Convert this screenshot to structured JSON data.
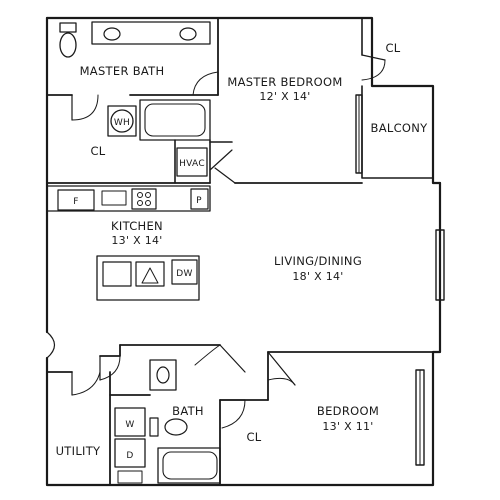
{
  "plan": {
    "rooms": {
      "master_bath": {
        "name": "MASTER BATH"
      },
      "master_bedroom": {
        "name": "MASTER BEDROOM",
        "dimensions": "12' X 14'"
      },
      "master_closet_top": {
        "name": "CL"
      },
      "balcony": {
        "name": "BALCONY"
      },
      "master_closet_left": {
        "name": "CL"
      },
      "kitchen": {
        "name": "KITCHEN",
        "dimensions": "13' X 14'"
      },
      "living_dining": {
        "name": "LIVING/DINING",
        "dimensions": "18' X 14'"
      },
      "bedroom": {
        "name": "BEDROOM",
        "dimensions": "13' X 11'"
      },
      "bath": {
        "name": "BATH"
      },
      "closet_bedroom": {
        "name": "CL"
      },
      "utility": {
        "name": "UTILITY"
      }
    },
    "fixtures": {
      "water_heater": "WH",
      "hvac": "HVAC",
      "fridge": "F",
      "pantry": "P",
      "dishwasher": "DW",
      "washer": "W",
      "dryer": "D"
    }
  }
}
